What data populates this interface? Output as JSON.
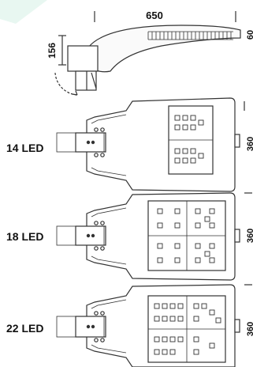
{
  "dimensions": {
    "length": "650",
    "height": "156",
    "width_partial_top": "60",
    "width_partial": "360"
  },
  "variants": [
    {
      "label": "14 LED",
      "leds": 14
    },
    {
      "label": "18 LED",
      "leds": 18
    },
    {
      "label": "22 LED",
      "leds": 22
    }
  ],
  "colors": {
    "line": "#333333",
    "accent": "#e8f7f1"
  }
}
